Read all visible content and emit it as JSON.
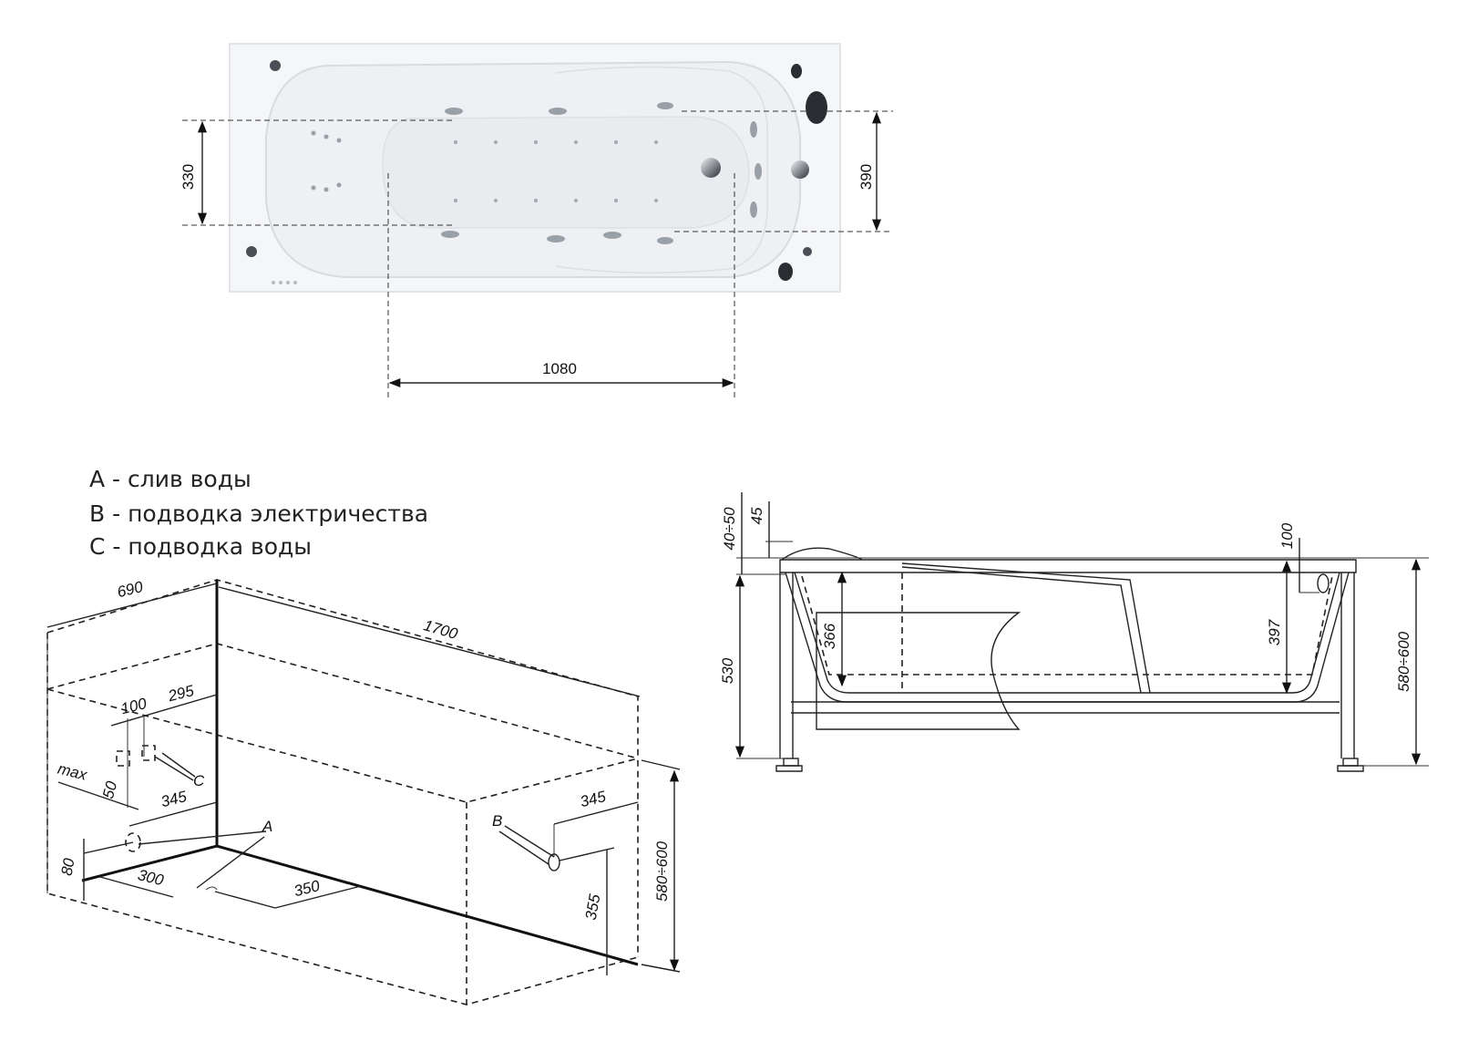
{
  "legend": {
    "a": "A - слив воды",
    "b": "B - подводка электричества",
    "c": "C - подводка воды"
  },
  "top_view": {
    "dim_330": "330",
    "dim_390": "390",
    "dim_1080": "1080"
  },
  "iso_view": {
    "dim_690": "690",
    "dim_1700": "1700",
    "dim_100": "100",
    "dim_295": "295",
    "dim_max": "max",
    "dim_50": "50",
    "dim_345_left": "345",
    "dim_80": "80",
    "dim_300": "300",
    "dim_350": "350",
    "dim_345_right": "345",
    "dim_355": "355",
    "dim_580_600": "580÷600",
    "label_a": "A",
    "label_b": "B",
    "label_c": "C"
  },
  "side_view": {
    "dim_40_50": "40÷50",
    "dim_45": "45",
    "dim_100": "100",
    "dim_530": "530",
    "dim_366": "366",
    "dim_397": "397",
    "dim_580_600": "580÷600"
  },
  "colors": {
    "tub_fill": "#f3f4f6",
    "tub_edge": "#dfe1e5",
    "jet": "#9aa0a8",
    "line": "#222222"
  }
}
